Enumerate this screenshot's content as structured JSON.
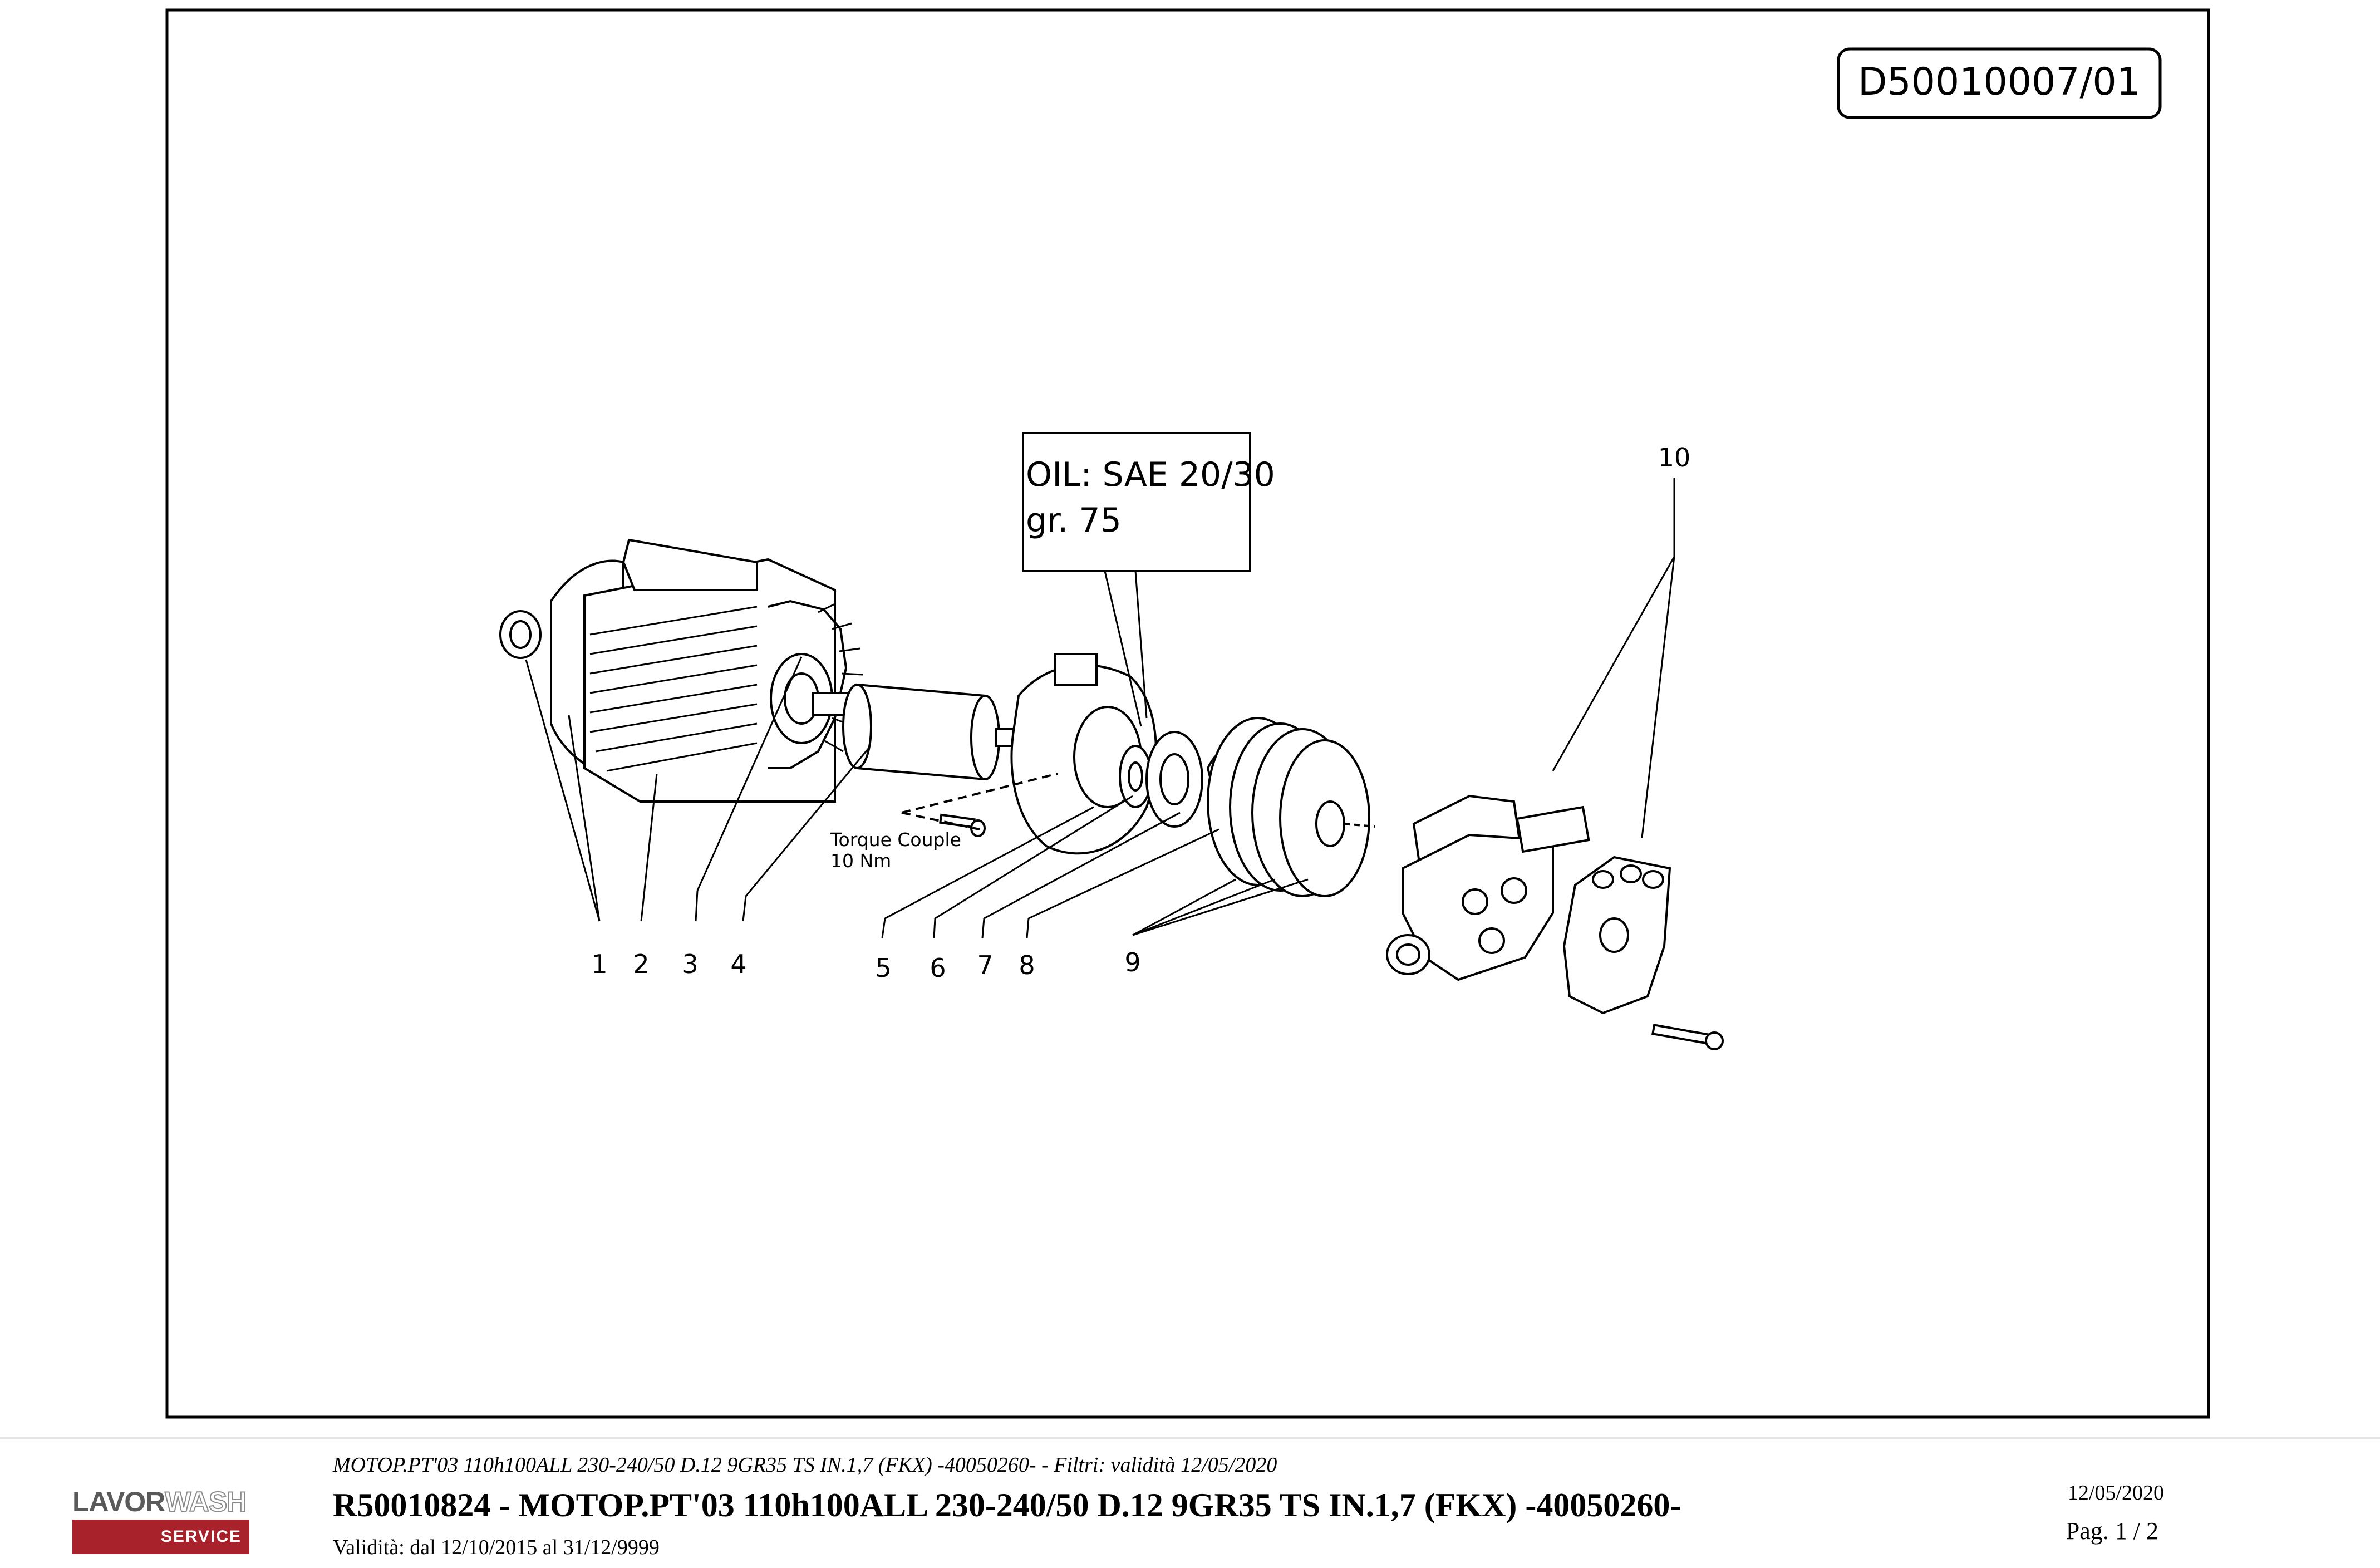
{
  "drawing": {
    "code": "D50010007/01",
    "oil_line1": "OIL: SAE 20/30",
    "oil_line2": "gr.  75",
    "torque_line1": "Torque Couple",
    "torque_line2": "10 Nm",
    "callouts": [
      "1",
      "2",
      "3",
      "4",
      "5",
      "6",
      "7",
      "8",
      "9",
      "10"
    ]
  },
  "footer": {
    "logo_lavor": "LAVOR",
    "logo_wash": "WASH",
    "logo_service": "SERVICE",
    "subtitle": "MOTOP.PT'03 110h100ALL 230-240/50 D.12 9GR35 TS IN.1,7 (FKX) -40050260- - Filtri: validità 12/05/2020",
    "title": "R50010824 - MOTOP.PT'03 110h100ALL 230-240/50 D.12 9GR35 TS IN.1,7 (FKX) -40050260-",
    "validity": "Validità: dal 12/10/2015 al 31/12/9999",
    "date": "12/05/2020",
    "page": "Pag. 1 / 2"
  },
  "colors": {
    "logo_red": "#a7222a",
    "logo_grey": "#5a5a5a"
  }
}
